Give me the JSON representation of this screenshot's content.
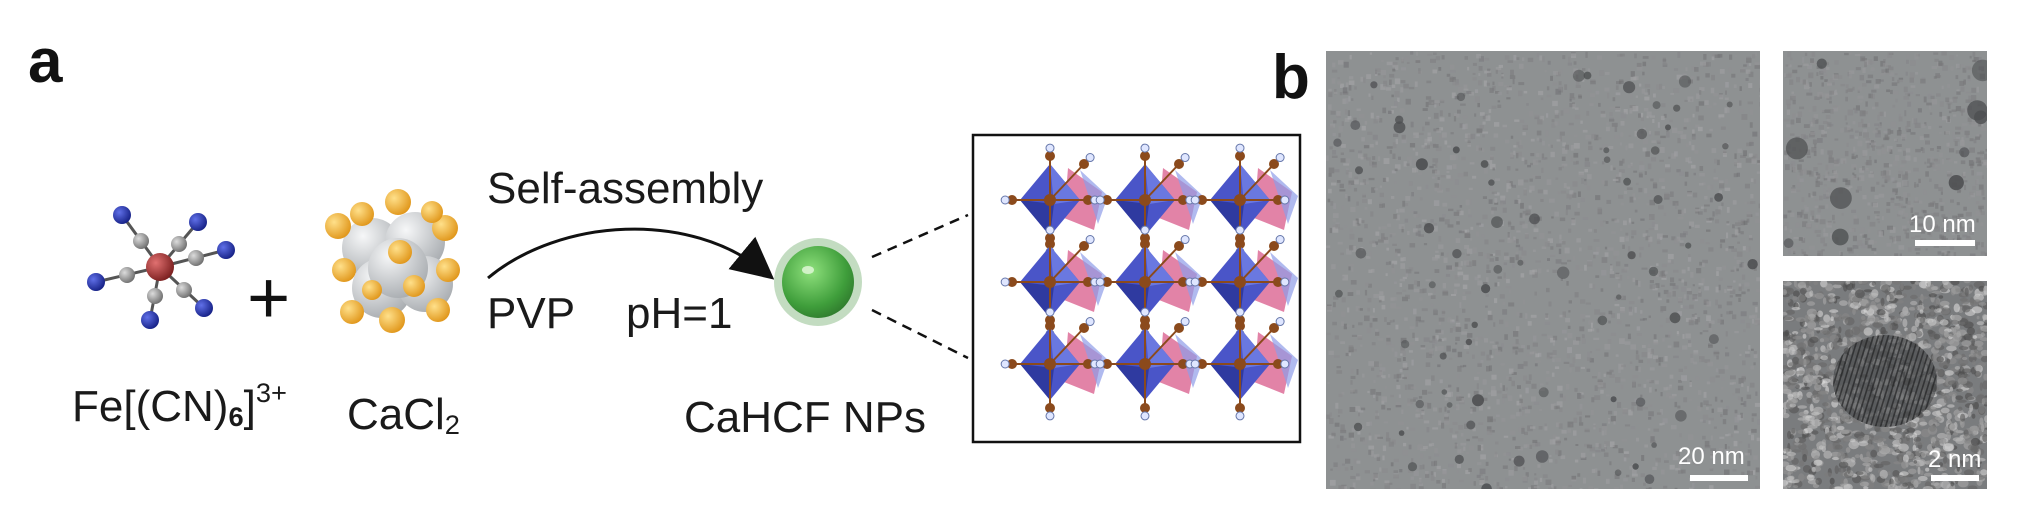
{
  "panels": {
    "a": "a",
    "b": "b"
  },
  "scheme": {
    "reactant_1": {
      "main": "Fe[(CN)",
      "sub": "6",
      "close": "]",
      "sup": "3+"
    },
    "plus": "+",
    "reactant_2": {
      "main": "CaCl",
      "sub": "2"
    },
    "arrow_top": "Self-assembly",
    "arrow_left": "PVP",
    "arrow_right": "pH=1",
    "product": "CaHCF NPs"
  },
  "tem": {
    "main_scale": "20 nm",
    "top_scale": "10 nm",
    "bottom_scale": "2 nm"
  },
  "colors": {
    "fe_center": "#a23a3a",
    "carbon": "#9a9a9a",
    "nitrogen": "#2233aa",
    "chloride": "#f2b233",
    "calcium": "#d4d7da",
    "nanoparticle": "#4cb04a",
    "octa_blue": "#4a55c8",
    "octa_pink": "#d85a8a",
    "linker": "#8b4a1c"
  }
}
